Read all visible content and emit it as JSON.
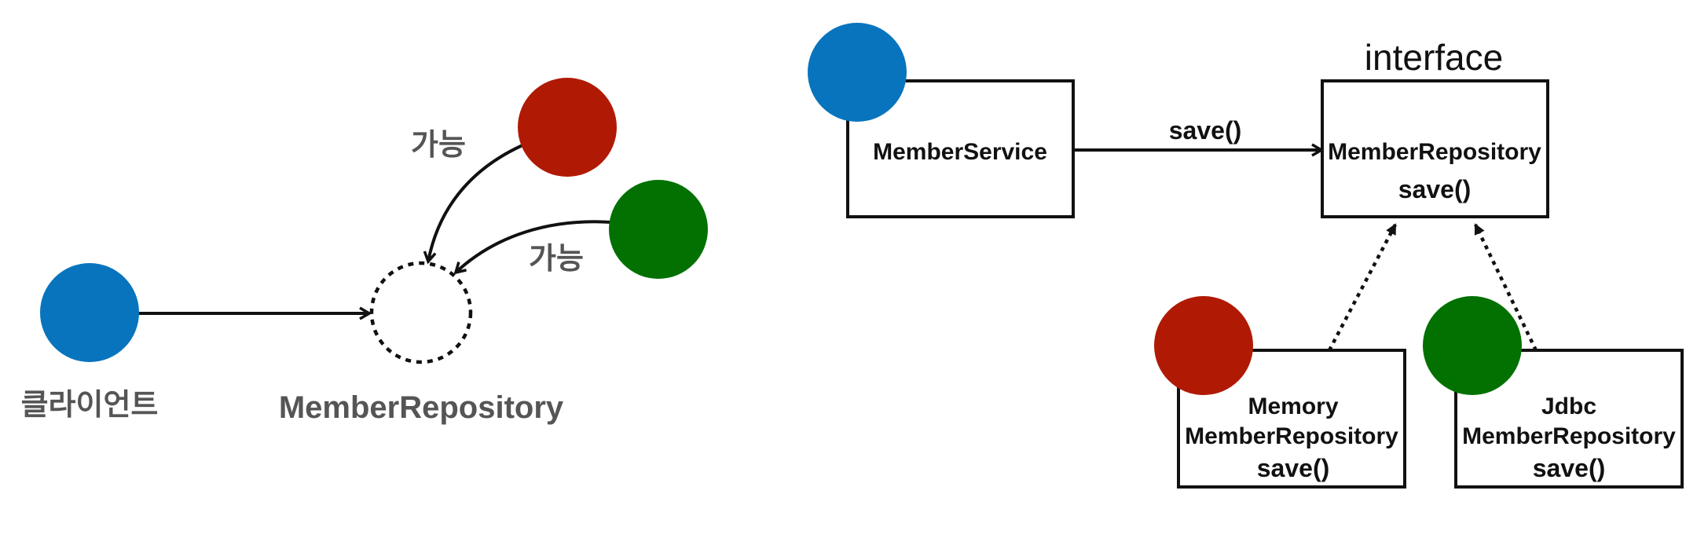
{
  "colors": {
    "blue": "#0874bd",
    "red": "#b01a04",
    "green": "#027102",
    "text_gray": "#555555",
    "line": "#111111"
  },
  "left": {
    "client_label": "클라이언트",
    "repository_label": "MemberRepository",
    "possible_label_red": "가능",
    "possible_label_green": "가능"
  },
  "right": {
    "service_label": "MemberService",
    "call_label": "save()",
    "interface_stereotype": "interface",
    "interface_name": "MemberRepository",
    "interface_method": "save()",
    "memory_impl": {
      "line1": "Memory",
      "line2": "MemberRepository",
      "method": "save()"
    },
    "jdbc_impl": {
      "line1": "Jdbc",
      "line2": "MemberRepository",
      "method": "save()"
    }
  }
}
